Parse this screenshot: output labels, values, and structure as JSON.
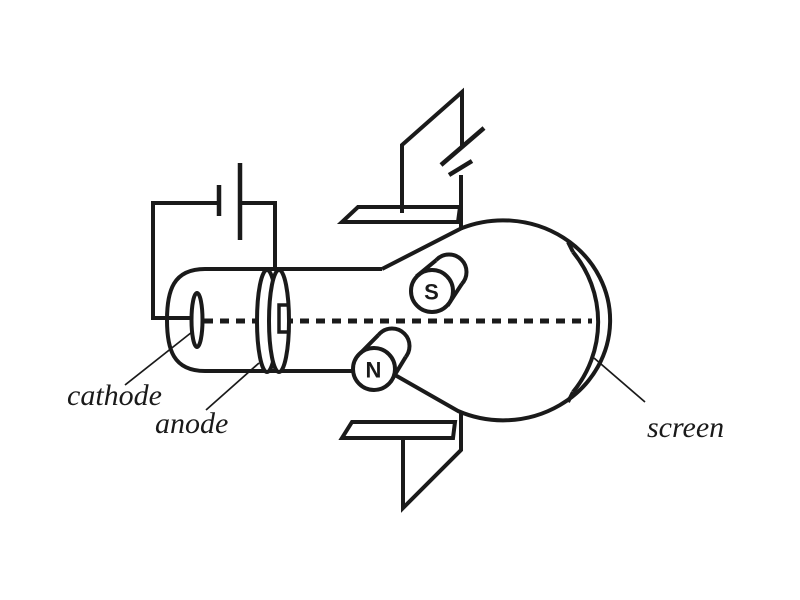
{
  "labels": {
    "cathode": "cathode",
    "anode": "anode",
    "screen": "screen"
  },
  "magnet_poles": {
    "south": "S",
    "north": "N"
  },
  "colors": {
    "ink": "#1a1a1a",
    "paper": "#ffffff"
  }
}
